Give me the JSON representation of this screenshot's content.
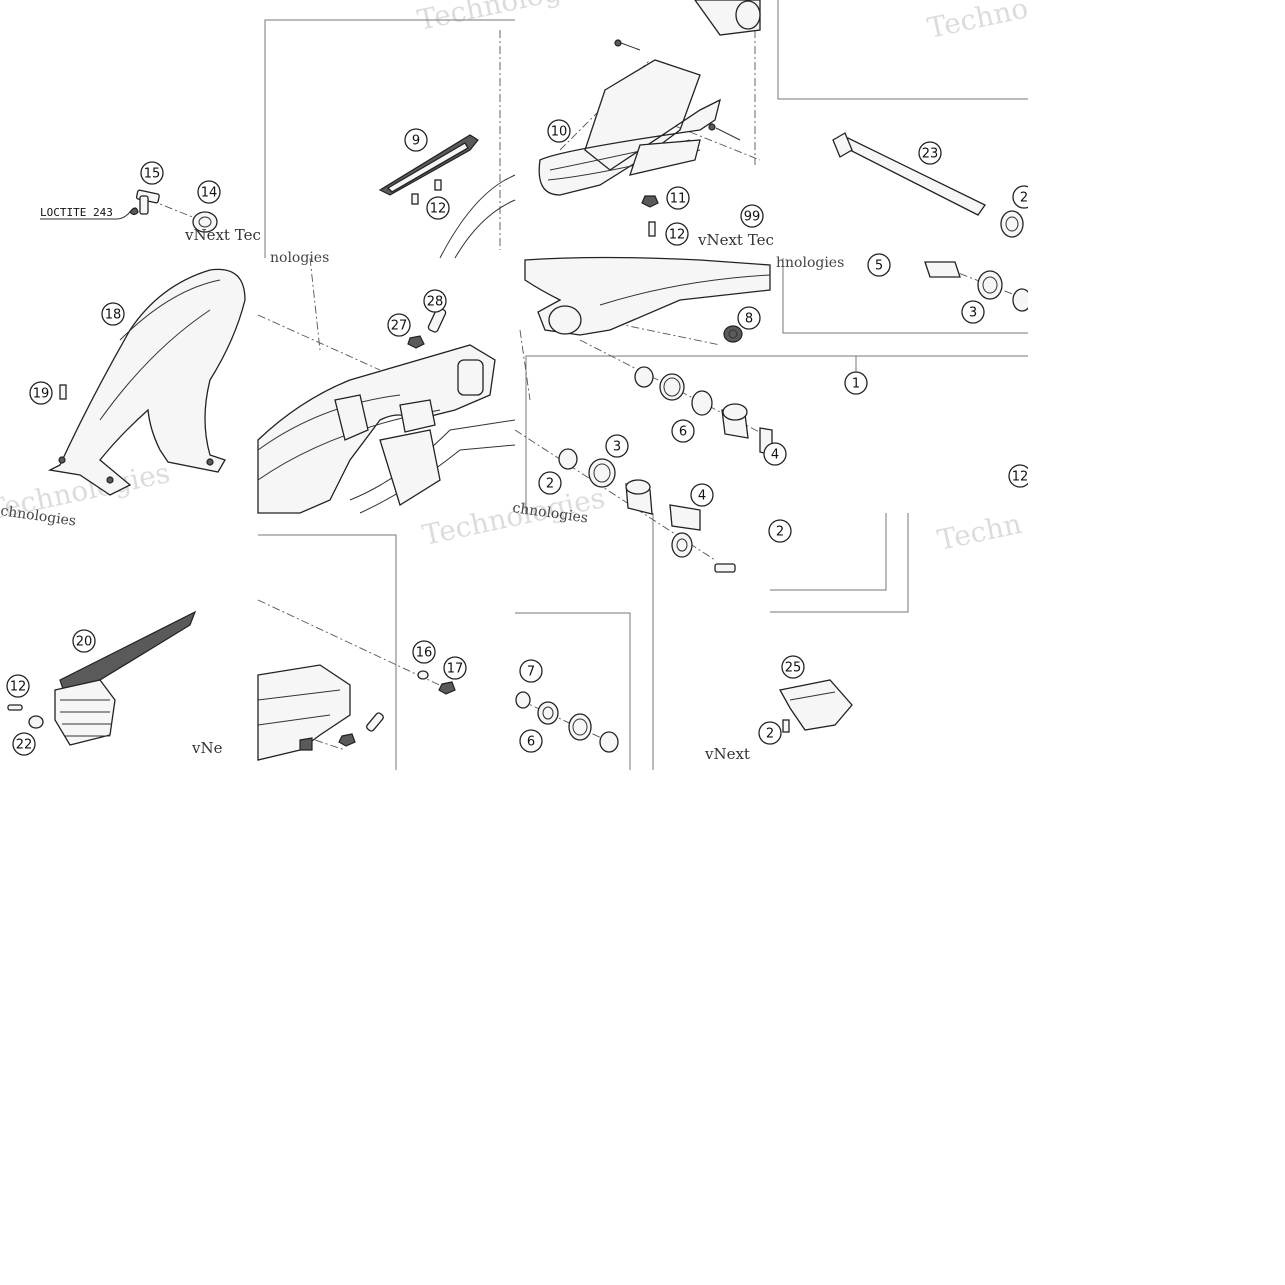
{
  "note": {
    "loctite": "LOCTITE 243"
  },
  "watermark": {
    "technologies": "Technologies",
    "vnext_tech": "vNext Tec",
    "vnext": "vNext",
    "vne": "vNe",
    "chnologies": "chnologies",
    "hnologies": "hnologies",
    "nologies": "nologies",
    "techn": "Techn"
  },
  "callouts": [
    {
      "label": "15"
    },
    {
      "label": "14"
    },
    {
      "label": "9"
    },
    {
      "label": "12"
    },
    {
      "label": "10"
    },
    {
      "label": "11"
    },
    {
      "label": "12"
    },
    {
      "label": "99"
    },
    {
      "label": "23"
    },
    {
      "label": "2"
    },
    {
      "label": "5"
    },
    {
      "label": "3"
    },
    {
      "label": "18"
    },
    {
      "label": "19"
    },
    {
      "label": "28"
    },
    {
      "label": "27"
    },
    {
      "label": "8"
    },
    {
      "label": "1"
    },
    {
      "label": "6"
    },
    {
      "label": "4"
    },
    {
      "label": "3"
    },
    {
      "label": "2"
    },
    {
      "label": "4"
    },
    {
      "label": "12"
    },
    {
      "label": "2"
    },
    {
      "label": "20"
    },
    {
      "label": "12"
    },
    {
      "label": "22"
    },
    {
      "label": "16"
    },
    {
      "label": "17"
    },
    {
      "label": "7"
    },
    {
      "label": "6"
    },
    {
      "label": "25"
    },
    {
      "label": "2"
    }
  ]
}
